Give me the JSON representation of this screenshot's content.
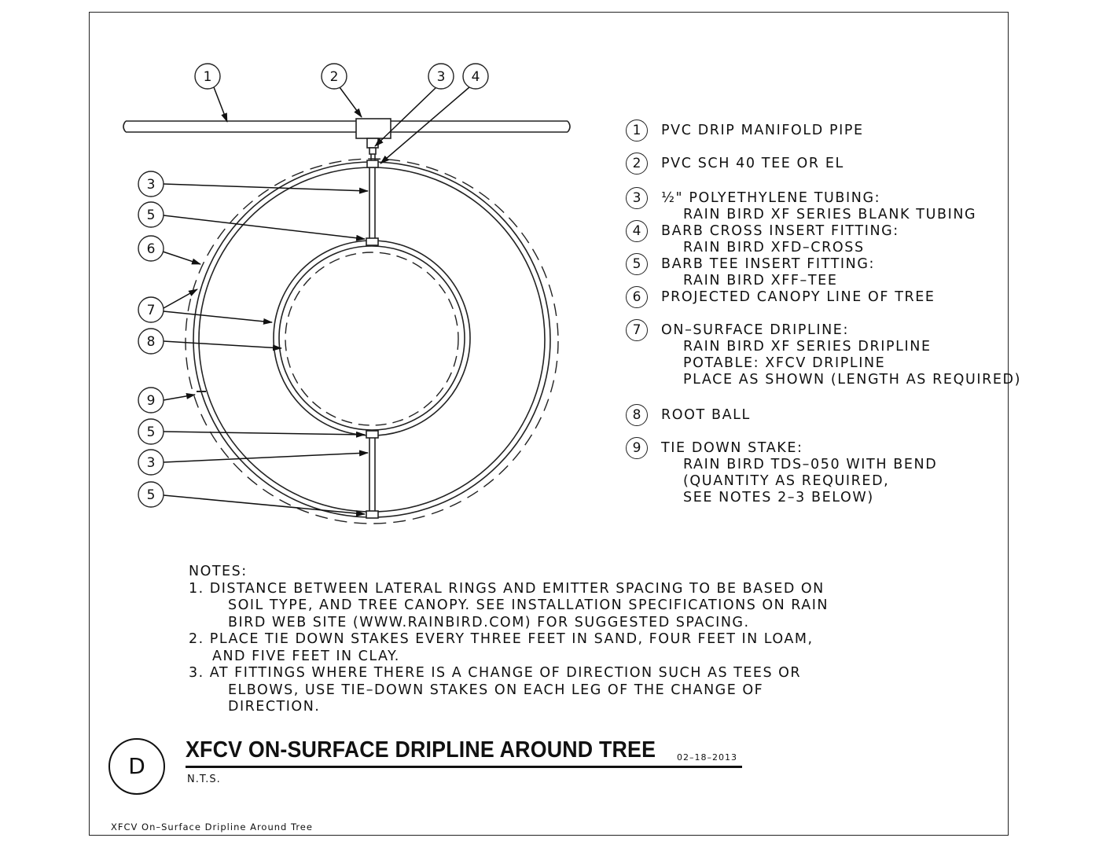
{
  "callouts": {
    "c1": "1",
    "c2": "2",
    "c3": "3",
    "c4": "4",
    "c5": "5",
    "c6": "6",
    "c7": "7",
    "c8": "8",
    "c9": "9"
  },
  "legend": [
    {
      "num": "1",
      "lines": [
        "PVC DRIP MANIFOLD PIPE"
      ]
    },
    {
      "num": "2",
      "lines": [
        "PVC SCH 40 TEE OR EL"
      ]
    },
    {
      "num": "3",
      "lines": [
        "½\" POLYETHYLENE TUBING:",
        "RAIN BIRD XF SERIES BLANK TUBING"
      ]
    },
    {
      "num": "4",
      "lines": [
        "BARB CROSS INSERT FITTING:",
        "RAIN BIRD XFD–CROSS"
      ]
    },
    {
      "num": "5",
      "lines": [
        "BARB TEE INSERT FITTING:",
        "RAIN BIRD XFF–TEE"
      ]
    },
    {
      "num": "6",
      "lines": [
        "PROJECTED CANOPY LINE OF TREE"
      ]
    },
    {
      "num": "7",
      "lines": [
        "ON–SURFACE DRIPLINE:",
        "RAIN BIRD XF SERIES DRIPLINE",
        "POTABLE: XFCV DRIPLINE",
        "PLACE AS SHOWN (LENGTH AS REQUIRED)"
      ]
    },
    {
      "num": "8",
      "lines": [
        "ROOT BALL"
      ]
    },
    {
      "num": "9",
      "lines": [
        "TIE DOWN STAKE:",
        "RAIN BIRD TDS–050 WITH BEND",
        "(QUANTITY AS REQUIRED,",
        "SEE NOTES 2–3 BELOW)"
      ]
    }
  ],
  "notes": {
    "heading": "NOTES:",
    "n1_l1": "1. DISTANCE BETWEEN LATERAL RINGS AND EMITTER SPACING TO BE BASED ON",
    "n1_l2": "SOIL TYPE, AND TREE CANOPY. SEE INSTALLATION SPECIFICATIONS ON RAIN",
    "n1_l3": "BIRD WEB SITE (WWW.RAINBIRD.COM) FOR SUGGESTED SPACING.",
    "n2_l1": "2. PLACE TIE DOWN STAKES EVERY THREE FEET IN SAND, FOUR FEET IN LOAM,",
    "n2_l2": "AND FIVE FEET IN CLAY.",
    "n3_l1": "3. AT FITTINGS WHERE THERE IS A CHANGE OF DIRECTION SUCH AS TEES OR",
    "n3_l2": "ELBOWS, USE TIE–DOWN STAKES ON EACH LEG OF THE CHANGE OF",
    "n3_l3": "DIRECTION."
  },
  "title_block": {
    "detail_letter": "D",
    "title": "XFCV ON-SURFACE DRIPLINE AROUND TREE",
    "date": "02–18–2013",
    "scale": "N.T.S."
  },
  "footer": "XFCV On–Surface Dripline Around Tree"
}
